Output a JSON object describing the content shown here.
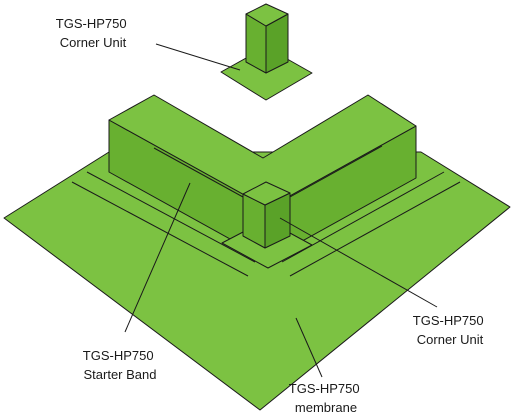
{
  "colors": {
    "top": "#7cc242",
    "side": "#68b030",
    "dark": "#5aa228",
    "outline": "#1a1a1a"
  },
  "labels": {
    "corner_unit_top": {
      "line1": "TGS-HP750",
      "line2": "Corner Unit"
    },
    "corner_unit_right": {
      "line1": "TGS-HP750",
      "line2": "Corner Unit"
    },
    "starter_band": {
      "line1": "TGS-HP750",
      "line2": "Starter Band"
    },
    "membrane": {
      "line1": "TGS-HP750",
      "line2": "membrane"
    }
  }
}
